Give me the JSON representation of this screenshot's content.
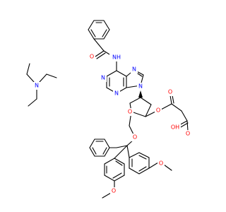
{
  "structure_name": "",
  "colors": {
    "bond": "#000000",
    "nitrogen": "#0000ff",
    "oxygen": "#ff0000",
    "background": "#ffffff"
  },
  "atom_labels": {
    "benzamide_o": "O",
    "amide_nh": "NH",
    "purine_n7": "N",
    "purine_n1": "N",
    "purine_n3": "N",
    "purine_n9": "N",
    "sugar_o": "O",
    "ester_o": "O",
    "ester_carbonyl_o": "O",
    "acid_o": "O",
    "acid_oh": "OH",
    "trityl_ether_o": "O",
    "methoxy_o_right": "O",
    "methoxy_o_left": "O",
    "triethylamine_n": "N"
  }
}
